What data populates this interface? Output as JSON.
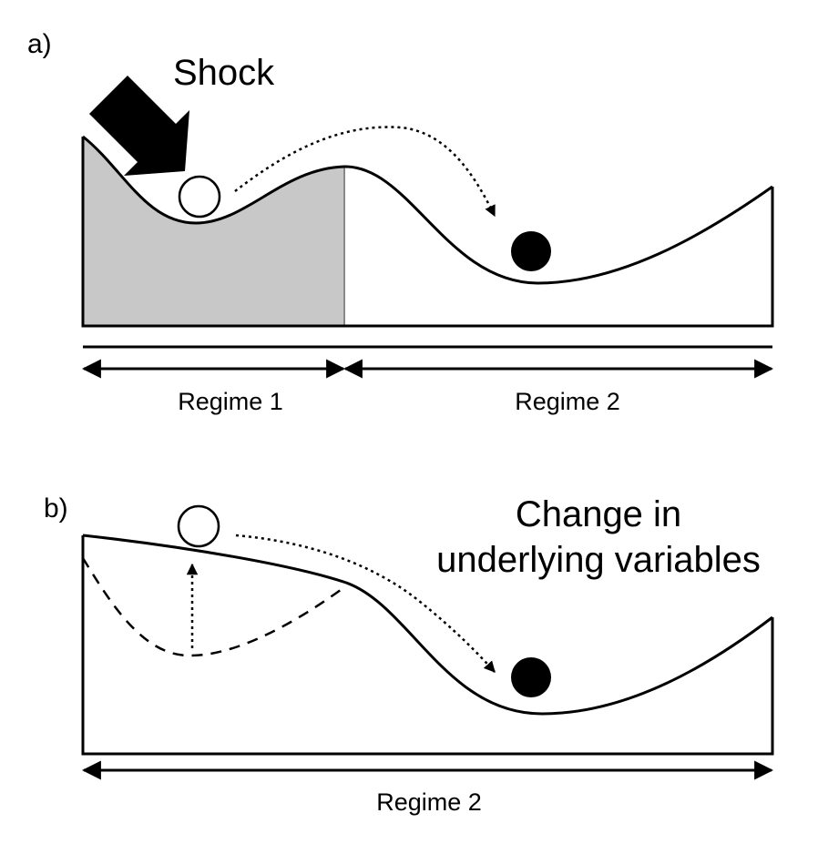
{
  "panel_a": {
    "label": "a)",
    "shock_label": "Shock",
    "regime_1_label": "Regime 1",
    "regime_2_label": "Regime 2",
    "shaded_color": "#c8c8c8",
    "ball_start": "open-circle",
    "ball_end": "filled-circle"
  },
  "panel_b": {
    "label": "b)",
    "change_line_1": "Change in",
    "change_line_2": "underlying variables",
    "regime_label": "Regime 2",
    "ball_start": "open-circle",
    "ball_end": "filled-circle"
  }
}
